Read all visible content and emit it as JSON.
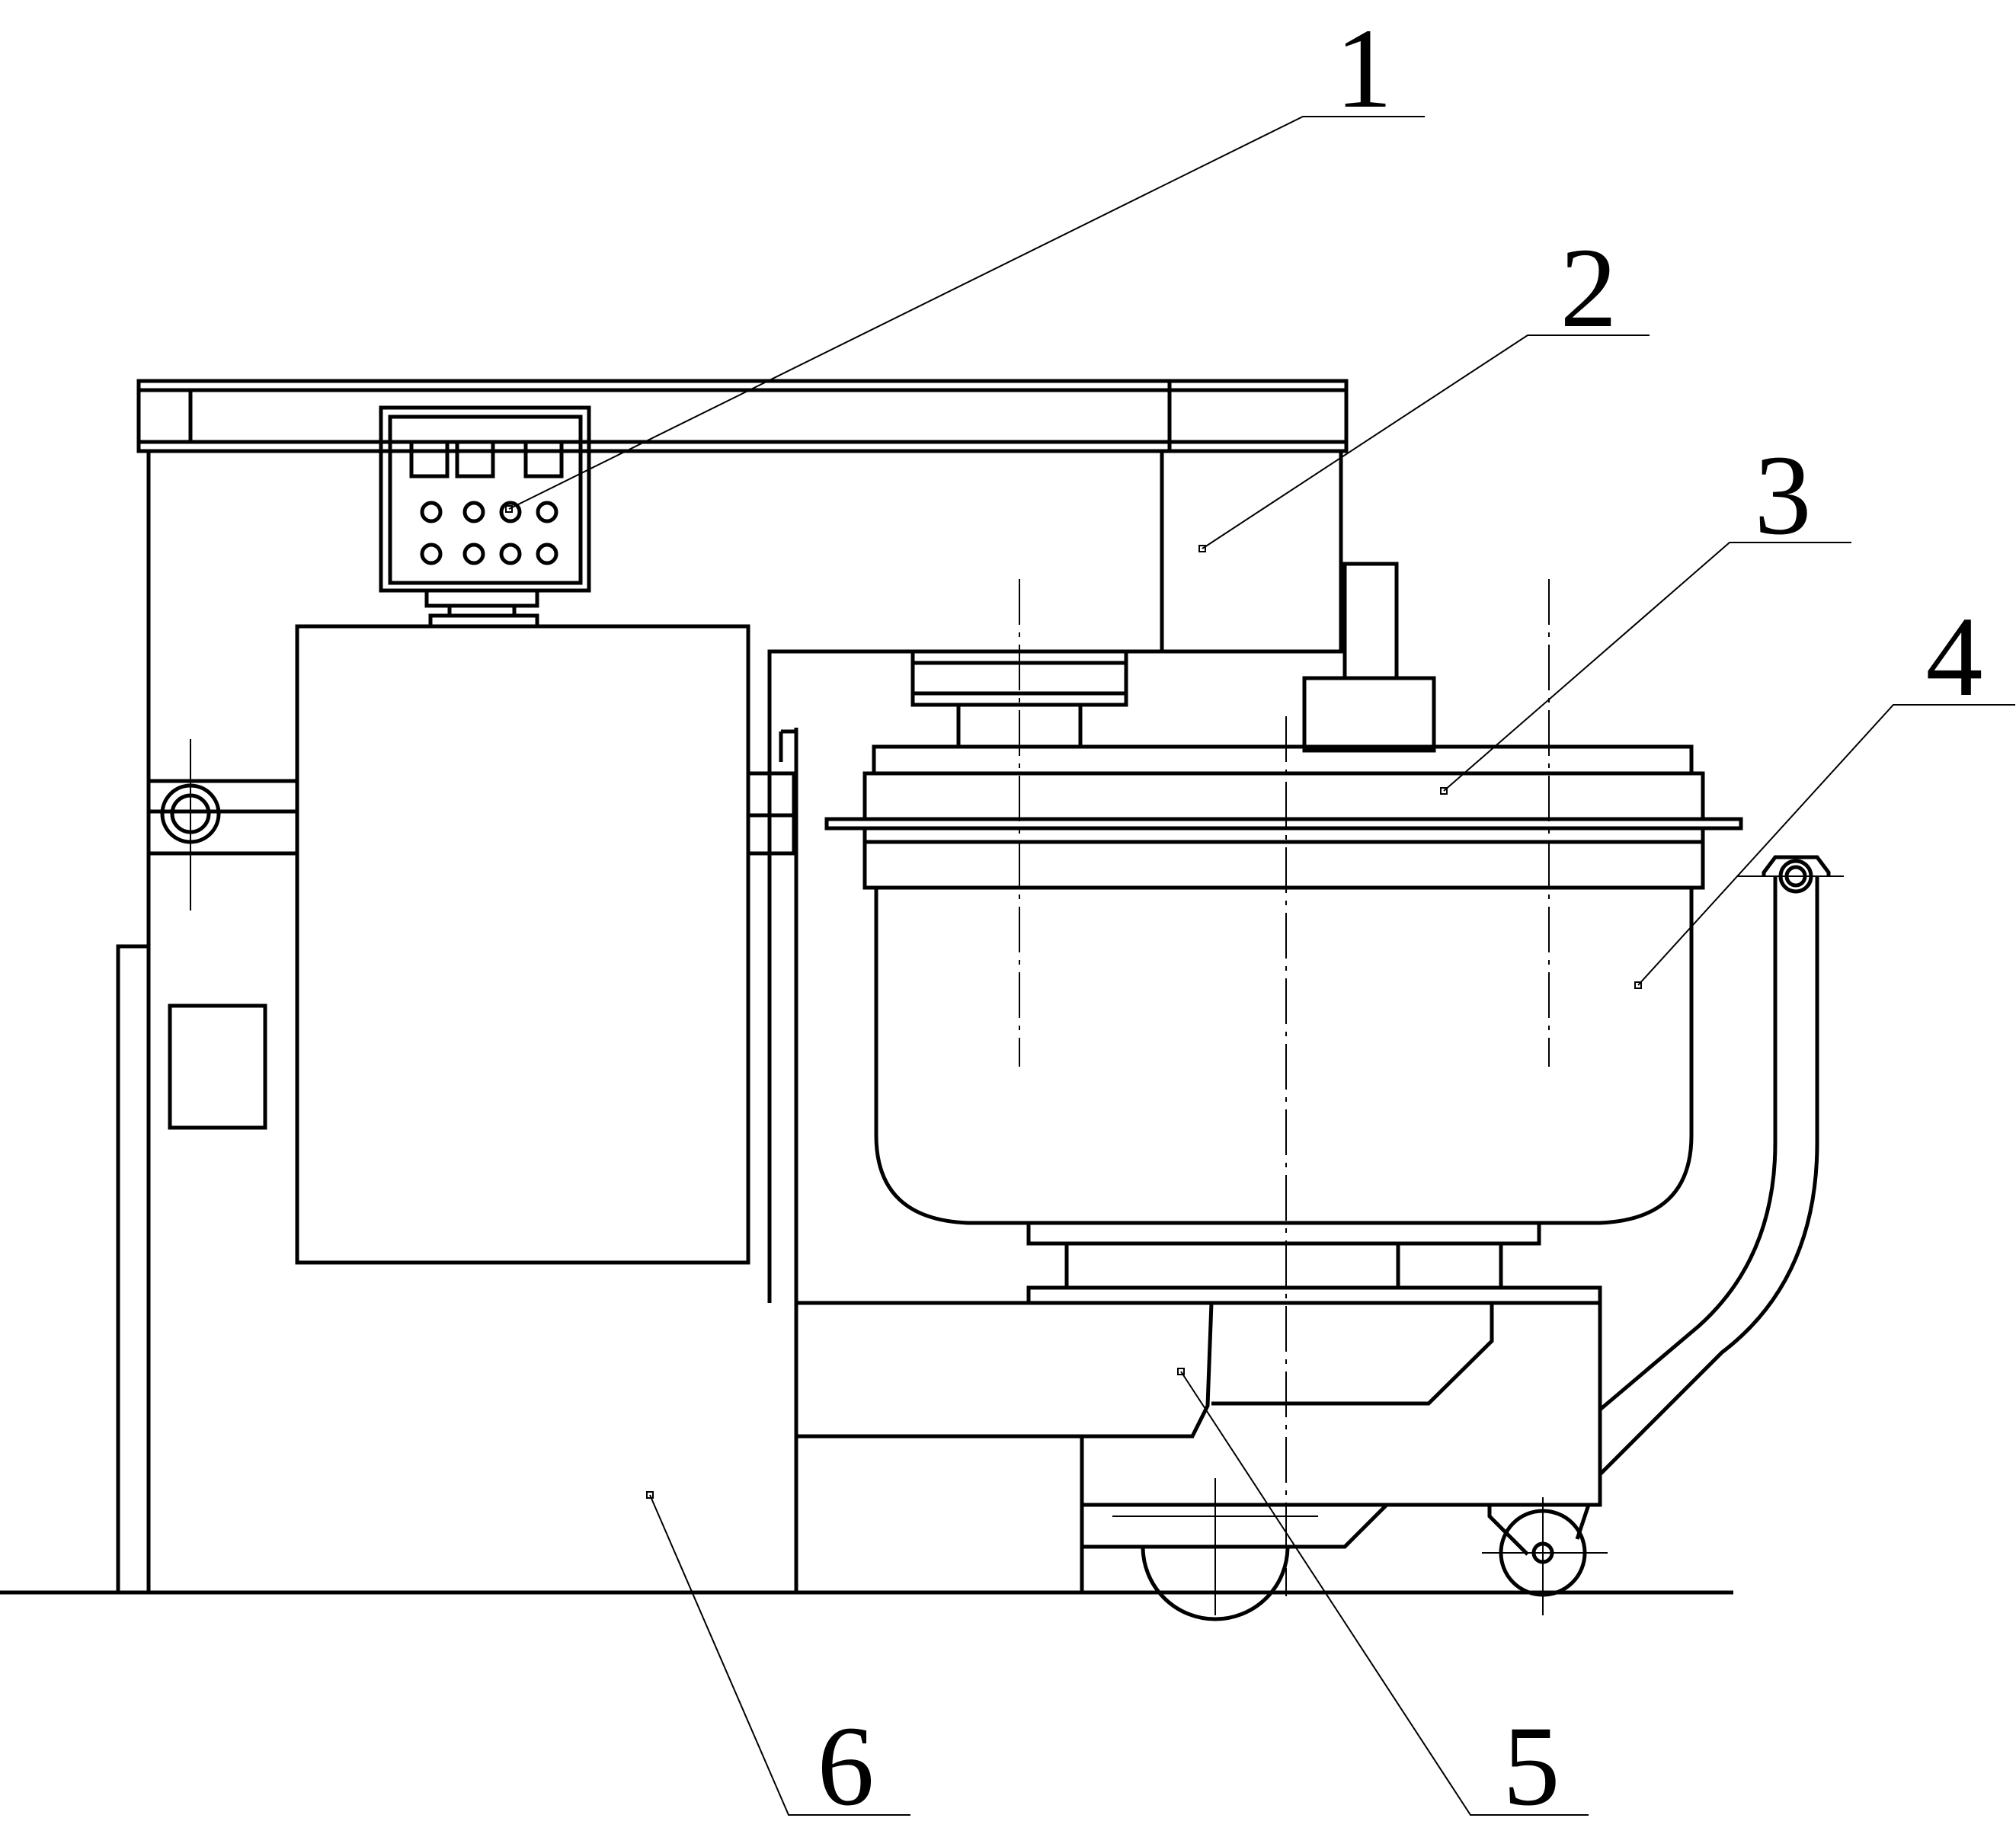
{
  "callouts": [
    {
      "id": "1",
      "label": "1"
    },
    {
      "id": "2",
      "label": "2"
    },
    {
      "id": "3",
      "label": "3"
    },
    {
      "id": "4",
      "label": "4"
    },
    {
      "id": "5",
      "label": "5"
    },
    {
      "id": "6",
      "label": "6"
    }
  ],
  "control_panel": {
    "displays": 3,
    "buttons": 8
  }
}
